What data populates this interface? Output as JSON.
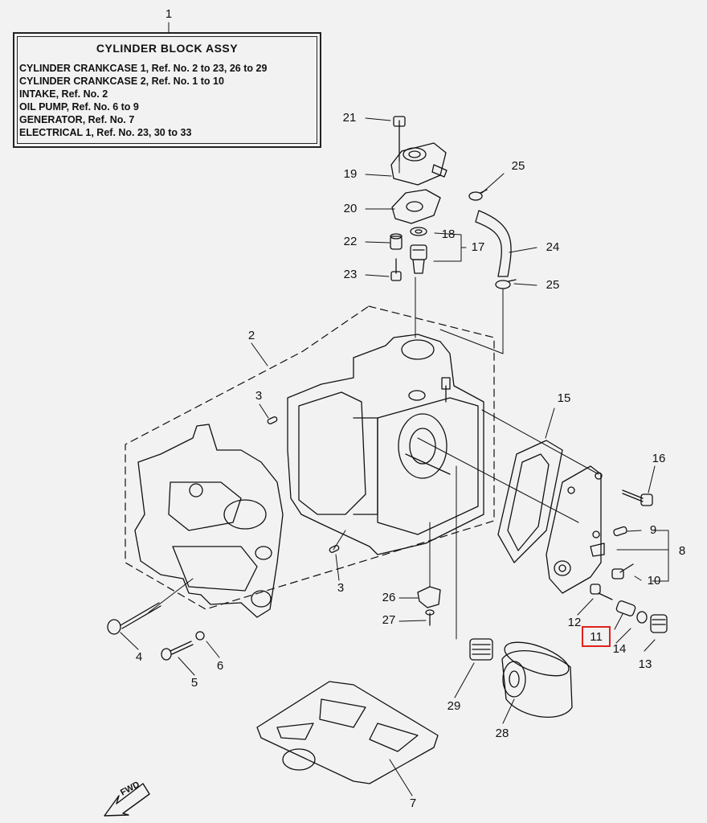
{
  "legend": {
    "title": "CYLINDER BLOCK ASSY",
    "lines": [
      "CYLINDER CRANKCASE 1,  Ref. No. 2 to 23,  26 to 29",
      "CYLINDER CRANKCASE 2,  Ref. No. 1 to 10",
      "INTAKE,  Ref. No. 2",
      "OIL PUMP,  Ref. No. 6 to 9",
      "GENERATOR,   Ref. No. 7",
      "ELECTRICAL 1, Ref. No. 23, 30 to 33"
    ]
  },
  "fwd_label": "FWD",
  "highlighted_ref": "11",
  "highlight_color": "#e0211b",
  "callouts": {
    "c1": "1",
    "c2": "2",
    "c3a": "3",
    "c3b": "3",
    "c4": "4",
    "c5": "5",
    "c6": "6",
    "c7": "7",
    "c8": "8",
    "c9": "9",
    "c10": "10",
    "c11": "11",
    "c12": "12",
    "c13": "13",
    "c14": "14",
    "c15": "15",
    "c16": "16",
    "c17": "17",
    "c18": "18",
    "c19": "19",
    "c20": "20",
    "c21": "21",
    "c22": "22",
    "c23": "23",
    "c24": "24",
    "c25a": "25",
    "c25b": "25",
    "c26": "26",
    "c27": "27",
    "c28": "28",
    "c29": "29"
  }
}
